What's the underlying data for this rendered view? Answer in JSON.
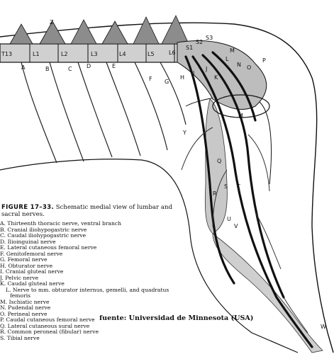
{
  "figure": {
    "number_label": "FIGURE 17–33.",
    "caption": "Schematic medial view of lumbar and sacral nerves."
  },
  "diagram_labels": {
    "vertebrae": [
      "T13",
      "L1",
      "L2",
      "L3",
      "L4",
      "L5",
      "L6",
      "S1",
      "S2",
      "S3"
    ],
    "nerve_letters": [
      "A",
      "B",
      "C",
      "D",
      "E",
      "F",
      "G",
      "H",
      "I",
      "J",
      "K",
      "L",
      "M",
      "N",
      "O",
      "P",
      "Q",
      "R",
      "S",
      "T",
      "U",
      "V",
      "W",
      "Y",
      "Z",
      "M"
    ]
  },
  "legend": [
    "A. Thirteenth thoracic nerve, ventral branch",
    "B. Cranial iliohypogastric nerve",
    "C. Caudal iliohypogastric nerve",
    "D. Ilioinguinal nerve",
    "E. Lateral cutaneous femoral nerve",
    "F. Genitofemoral nerve",
    "G. Femoral nerve",
    "H. Obturator nerve",
    "I. Cranial gluteal nerve",
    "J. Pelvic nerve",
    "K. Caudal gluteal nerve",
    "L. Nerve to mm. obturator internus, gemelli, and quadratus femoris",
    "M. Ischiatic nerve",
    "N. Pudendal nerve",
    "O. Perineal nerve",
    "P. Caudal cutaneous femoral nerve",
    "Q. Lateral cutaneous sural nerve",
    "R. Common peroneal (fibular) nerve",
    "S. Tibial nerve"
  ],
  "credit": "fuente: Universidad de Minnesota (USA)",
  "colors": {
    "ink": "#111111",
    "shade": "#9a9a9a",
    "light_shade": "#c4c4c4"
  }
}
